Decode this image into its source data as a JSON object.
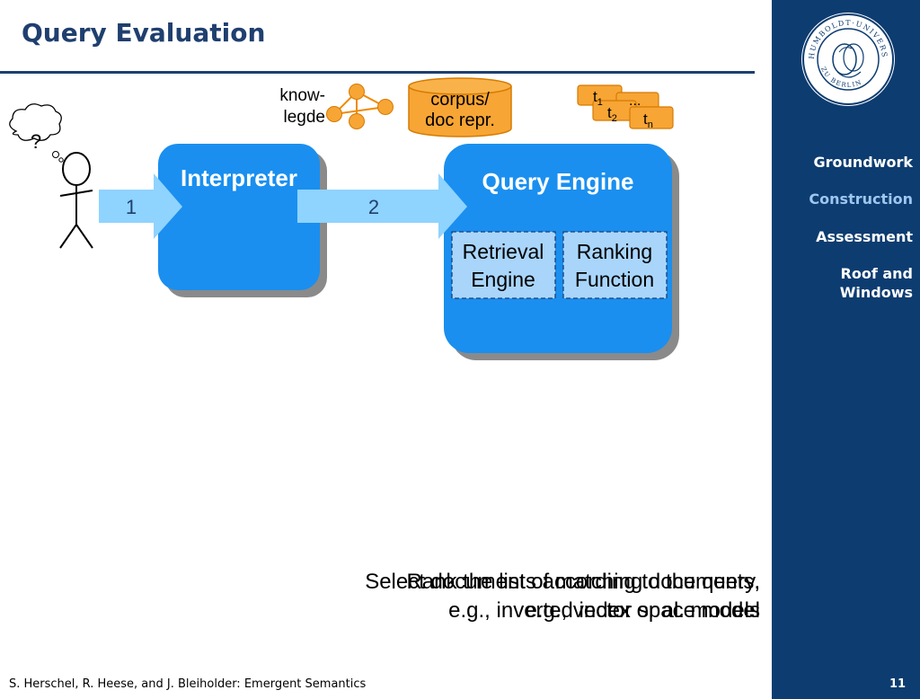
{
  "slide": {
    "title": "Query Evaluation",
    "footer": "S. Herschel, R. Heese, and J. Bleiholder: Emergent Semantics",
    "page_number": "11"
  },
  "sidebar": {
    "items": [
      {
        "label": "Groundwork",
        "active": false
      },
      {
        "label": "Construction",
        "active": true
      },
      {
        "label": "Assessment",
        "active": false
      },
      {
        "label": "Roof and Windows",
        "active": false
      }
    ]
  },
  "diagram": {
    "question_mark": "?",
    "knowledge_label_line1": "know-",
    "knowledge_label_line2": "legde",
    "corpus_line1": "corpus/",
    "corpus_line2": "doc repr.",
    "term_t1": "t",
    "term_t1_sub": "1",
    "term_dots": "...",
    "term_t2": "t",
    "term_t2_sub": "2",
    "term_tn": "t",
    "term_tn_sub": "n",
    "interpreter_title": "Interpreter",
    "query_engine_title": "Query Engine",
    "retrieval_line1": "Retrieval",
    "retrieval_line2": "Engine",
    "ranking_line1": "Ranking",
    "ranking_line2": "Function",
    "arrow1_label": "1",
    "arrow2_label": "2"
  },
  "captions": {
    "select_line1": "Select documents according to the query,",
    "select_line2": "e.g., inverted index or al. models",
    "rank_line1": "Rank the list of matching documents,",
    "rank_line2": "e.g., vector space model"
  },
  "colors": {
    "accent_dark": "#1f3f6f",
    "sidebar": "#0d3c70",
    "box_blue": "#1a8fef",
    "arrow_light": "#8fd3ff",
    "orange": "#f7a535",
    "sub_box": "#a9d5fb"
  }
}
